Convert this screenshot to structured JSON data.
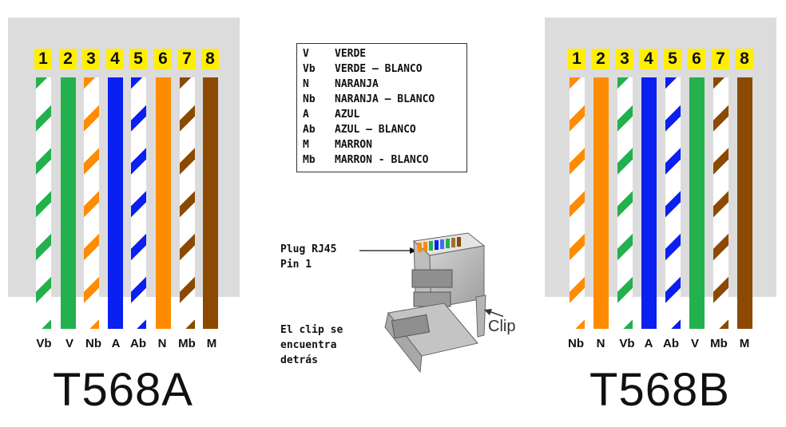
{
  "colors": {
    "V": "#22b14c",
    "N": "#ff8c00",
    "A": "#0a1ff0",
    "M": "#8b4a00",
    "white": "#ffffff",
    "pin_badge": "#ffee00",
    "panel": "#dcdcdc"
  },
  "standards": [
    {
      "title": "T568A",
      "pins": [
        {
          "number": "1",
          "code": "Vb",
          "color": "V",
          "striped": true
        },
        {
          "number": "2",
          "code": "V",
          "color": "V",
          "striped": false
        },
        {
          "number": "3",
          "code": "Nb",
          "color": "N",
          "striped": true
        },
        {
          "number": "4",
          "code": "A",
          "color": "A",
          "striped": false
        },
        {
          "number": "5",
          "code": "Ab",
          "color": "A",
          "striped": true
        },
        {
          "number": "6",
          "code": "N",
          "color": "N",
          "striped": false
        },
        {
          "number": "7",
          "code": "Mb",
          "color": "M",
          "striped": true
        },
        {
          "number": "8",
          "code": "M",
          "color": "M",
          "striped": false
        }
      ]
    },
    {
      "title": "T568B",
      "pins": [
        {
          "number": "1",
          "code": "Nb",
          "color": "N",
          "striped": true
        },
        {
          "number": "2",
          "code": "N",
          "color": "N",
          "striped": false
        },
        {
          "number": "3",
          "code": "Vb",
          "color": "V",
          "striped": true
        },
        {
          "number": "4",
          "code": "A",
          "color": "A",
          "striped": false
        },
        {
          "number": "5",
          "code": "Ab",
          "color": "A",
          "striped": true
        },
        {
          "number": "6",
          "code": "V",
          "color": "V",
          "striped": false
        },
        {
          "number": "7",
          "code": "Mb",
          "color": "M",
          "striped": true
        },
        {
          "number": "8",
          "code": "M",
          "color": "M",
          "striped": false
        }
      ]
    }
  ],
  "legend": [
    {
      "code": "V",
      "name": "VERDE"
    },
    {
      "code": "Vb",
      "name": "VERDE – BLANCO"
    },
    {
      "code": "N",
      "name": "NARANJA"
    },
    {
      "code": "Nb",
      "name": "NARANJA – BLANCO"
    },
    {
      "code": "A",
      "name": "AZUL"
    },
    {
      "code": "Ab",
      "name": "AZUL – BLANCO"
    },
    {
      "code": "M",
      "name": "MARRON"
    },
    {
      "code": "Mb",
      "name": "MARRON - BLANCO"
    }
  ],
  "plug_note": {
    "line1": "Plug RJ45",
    "line2": "Pin 1"
  },
  "clip_note": {
    "line1": "El clip se",
    "line2": "encuentra",
    "line3": "detrás"
  },
  "clip_label": "Clip"
}
